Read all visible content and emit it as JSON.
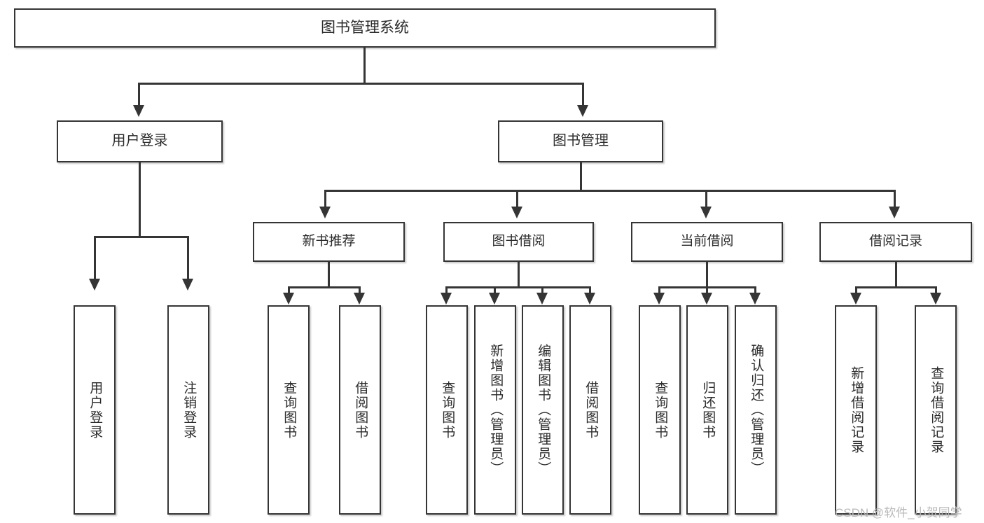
{
  "diagram": {
    "type": "tree",
    "title": "图书管理系统",
    "orientation": "top-down",
    "colors": {
      "border": "#353535",
      "box_fill": "#ffffff",
      "text": "#2b2b2b",
      "background": "#ffffff",
      "watermark": "#b9b9b9"
    },
    "root": {
      "label": "图书管理系统"
    },
    "level1": [
      {
        "label": "用户登录"
      },
      {
        "label": "图书管理"
      }
    ],
    "level2": [
      {
        "label": "新书推荐"
      },
      {
        "label": "图书借阅"
      },
      {
        "label": "当前借阅"
      },
      {
        "label": "借阅记录"
      }
    ],
    "leaves": {
      "user_login": [
        {
          "label": "用户登录"
        },
        {
          "label": "注销登录"
        }
      ],
      "new_book_recommend": [
        {
          "label": "查询图书"
        },
        {
          "label": "借阅图书"
        }
      ],
      "book_borrow": [
        {
          "label": "查询图书"
        },
        {
          "label": "新增图书（管理员）"
        },
        {
          "label": "编辑图书（管理员）"
        },
        {
          "label": "借阅图书"
        }
      ],
      "current_borrow": [
        {
          "label": "查询图书"
        },
        {
          "label": "归还图书"
        },
        {
          "label": "确认归还（管理员）"
        }
      ],
      "borrow_record": [
        {
          "label": "新增借阅记录"
        },
        {
          "label": "查询借阅记录"
        }
      ]
    }
  },
  "watermark": {
    "text": "CSDN @软件_小贺同学"
  }
}
